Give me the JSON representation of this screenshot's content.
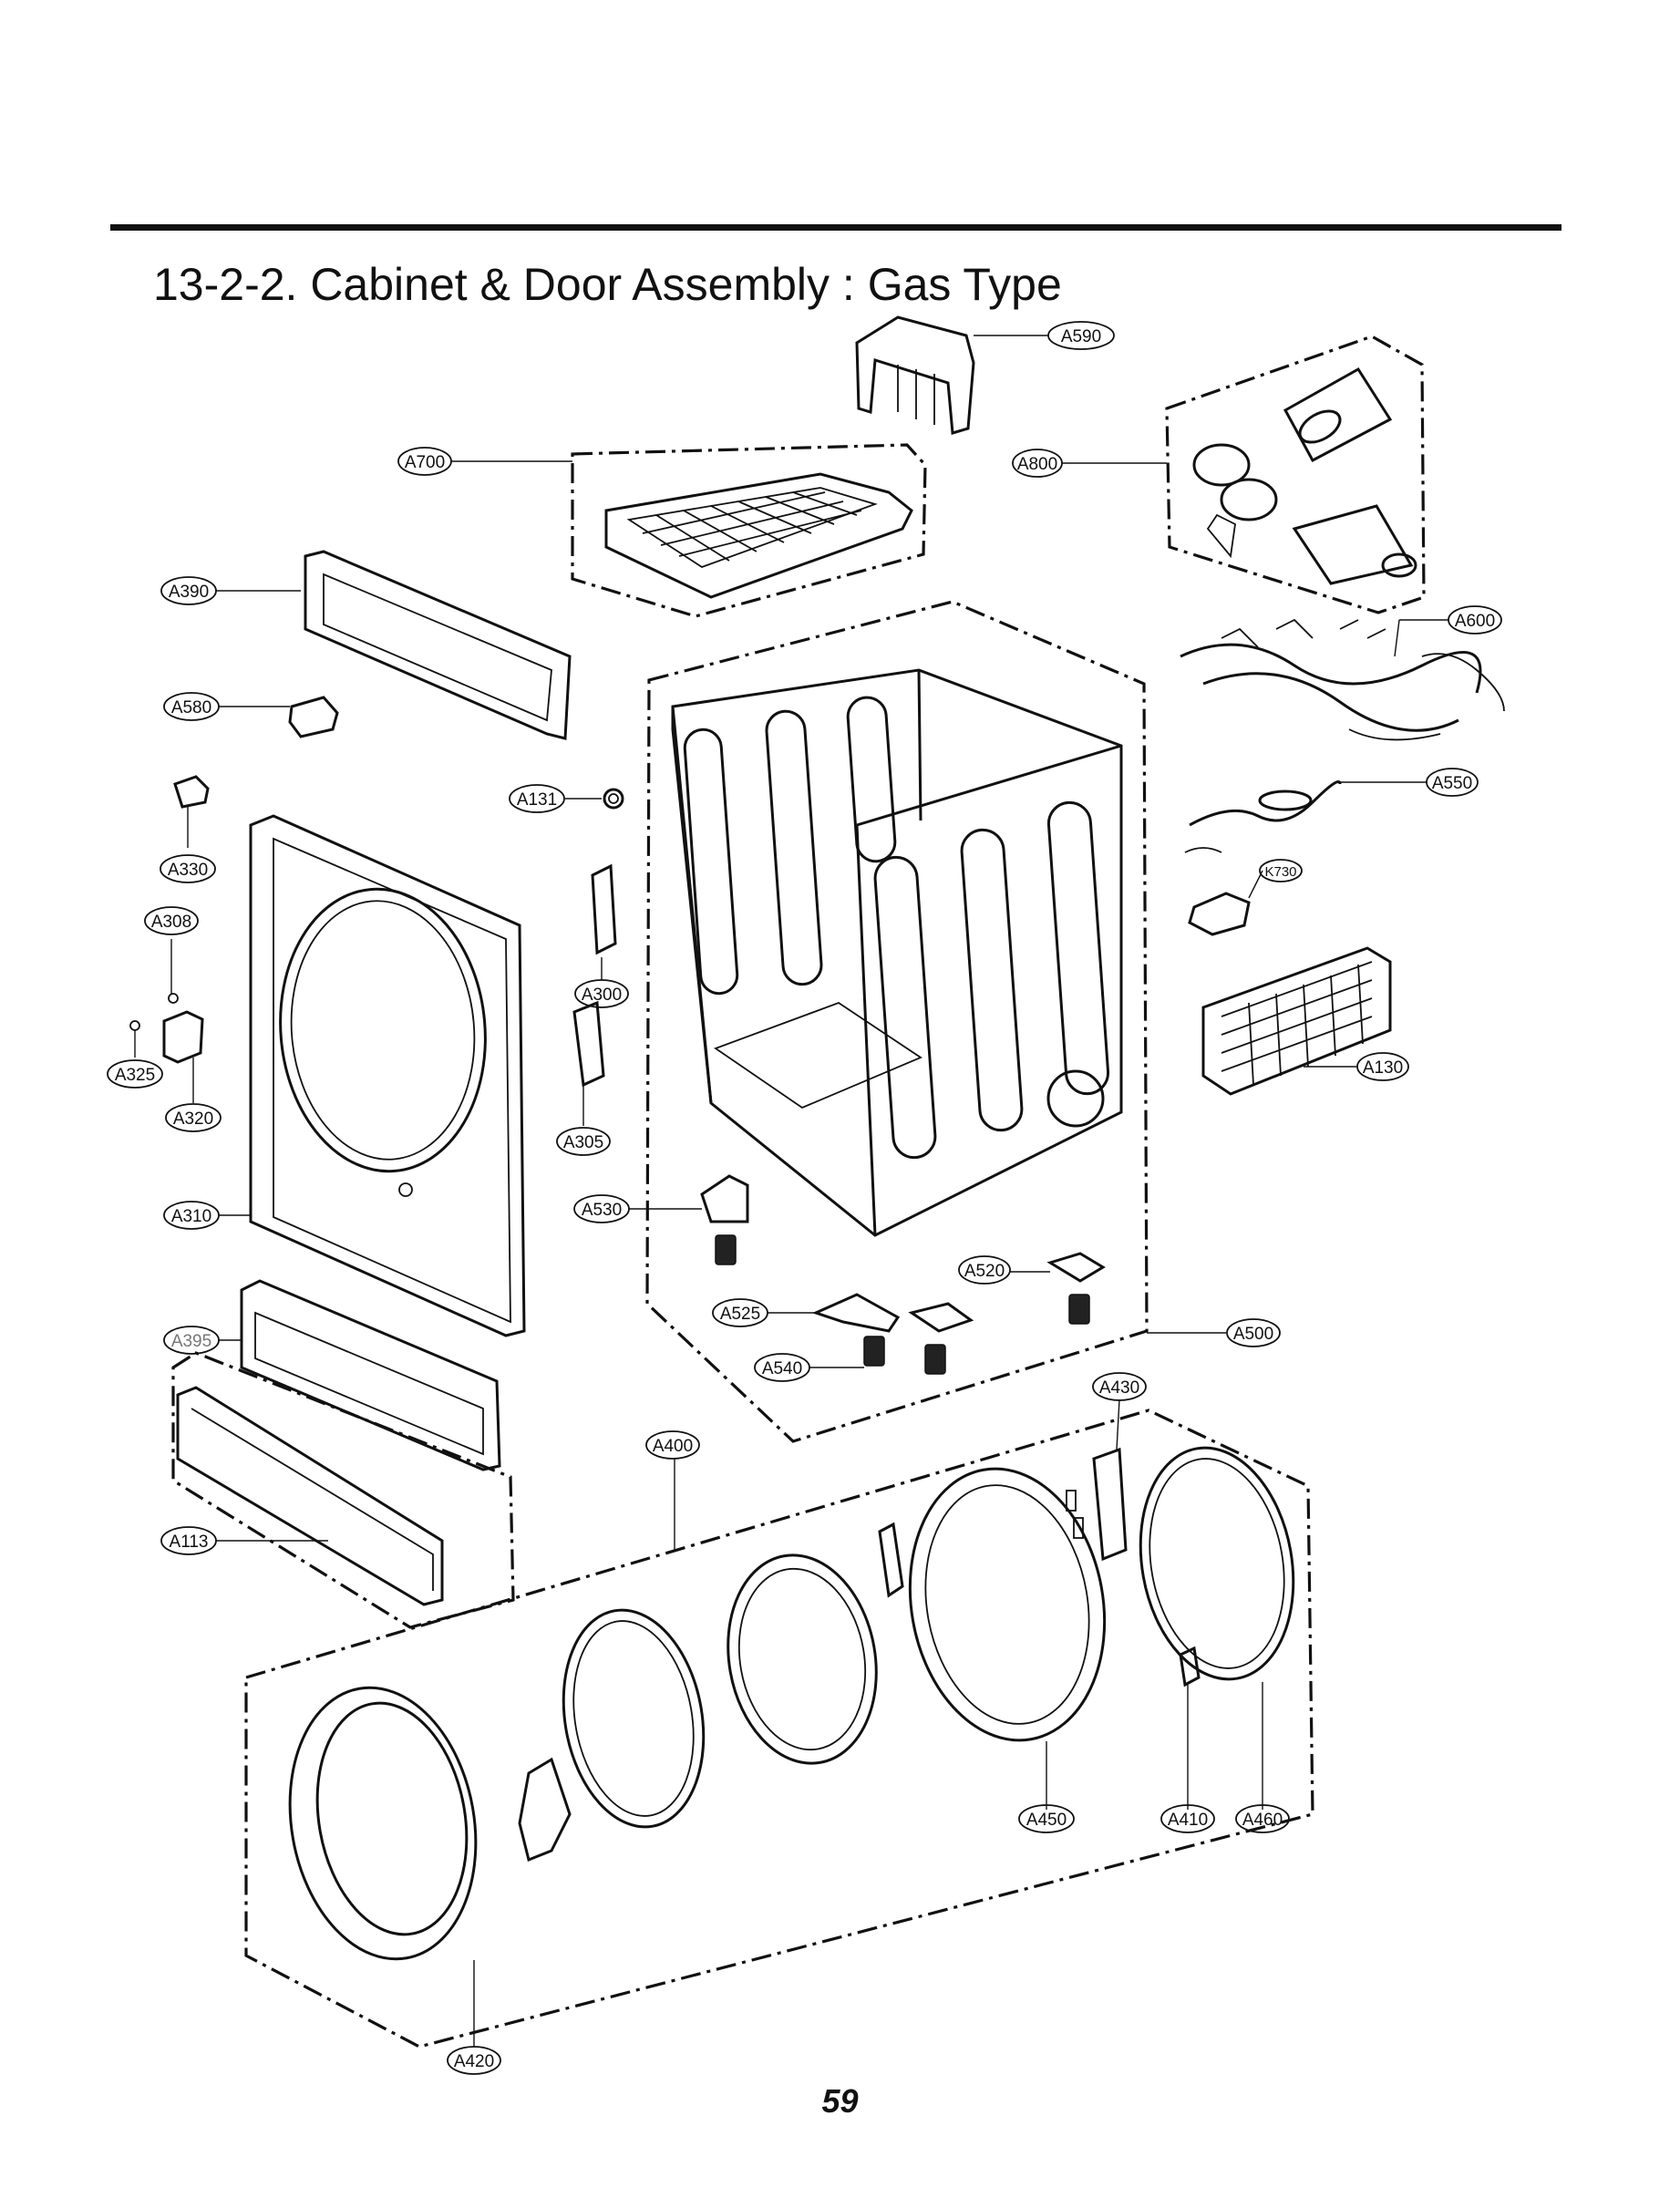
{
  "page": {
    "title": "13-2-2. Cabinet & Door Assembly : Gas Type",
    "page_number": "59"
  },
  "callouts": [
    {
      "id": "A590",
      "label": "A590"
    },
    {
      "id": "A700",
      "label": "A700"
    },
    {
      "id": "A800",
      "label": "A800"
    },
    {
      "id": "A390",
      "label": "A390"
    },
    {
      "id": "A600",
      "label": "A600"
    },
    {
      "id": "A580",
      "label": "A580"
    },
    {
      "id": "A131",
      "label": "A131"
    },
    {
      "id": "A550",
      "label": "A550"
    },
    {
      "id": "A330",
      "label": "A330"
    },
    {
      "id": "K730",
      "label": "K730"
    },
    {
      "id": "A308",
      "label": "A308"
    },
    {
      "id": "A300",
      "label": "A300"
    },
    {
      "id": "A325",
      "label": "A325"
    },
    {
      "id": "A130",
      "label": "A130"
    },
    {
      "id": "A320",
      "label": "A320"
    },
    {
      "id": "A305",
      "label": "A305"
    },
    {
      "id": "A310",
      "label": "A310"
    },
    {
      "id": "A530",
      "label": "A530"
    },
    {
      "id": "A520",
      "label": "A520"
    },
    {
      "id": "A525",
      "label": "A525"
    },
    {
      "id": "A395",
      "label": "A395"
    },
    {
      "id": "A500",
      "label": "A500"
    },
    {
      "id": "A540",
      "label": "A540"
    },
    {
      "id": "A430",
      "label": "A430"
    },
    {
      "id": "A400",
      "label": "A400"
    },
    {
      "id": "A113",
      "label": "A113"
    },
    {
      "id": "A450",
      "label": "A450"
    },
    {
      "id": "A410",
      "label": "A410"
    },
    {
      "id": "A460",
      "label": "A460"
    },
    {
      "id": "A420",
      "label": "A420"
    }
  ]
}
